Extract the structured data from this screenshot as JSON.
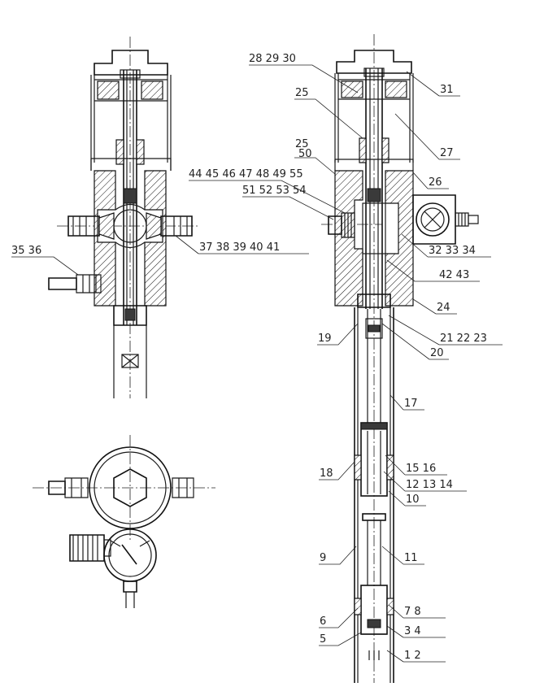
{
  "callouts": {
    "c28_29_30": "28 29 30",
    "c31": "31",
    "c25a": "25",
    "c27": "27",
    "c25b": "25",
    "c50": "50",
    "c26": "26",
    "c44_55": "44 45 46 47 48 49 55",
    "c51_54": "51 52 53 54",
    "c37_41": "37 38 39 40 41",
    "c35_36": "35 36",
    "c32_34": "32 33 34",
    "c42_43": "42 43",
    "c24": "24",
    "c19": "19",
    "c21_23": "21 22 23",
    "c20": "20",
    "c17": "17",
    "c18": "18",
    "c15_16": "15 16",
    "c12_14": "12 13 14",
    "c10": "10",
    "c9": "9",
    "c11": "11",
    "c6": "6",
    "c7_8": "7 8",
    "c3_4": "3 4",
    "c5": "5",
    "c1_2": "1 2"
  }
}
